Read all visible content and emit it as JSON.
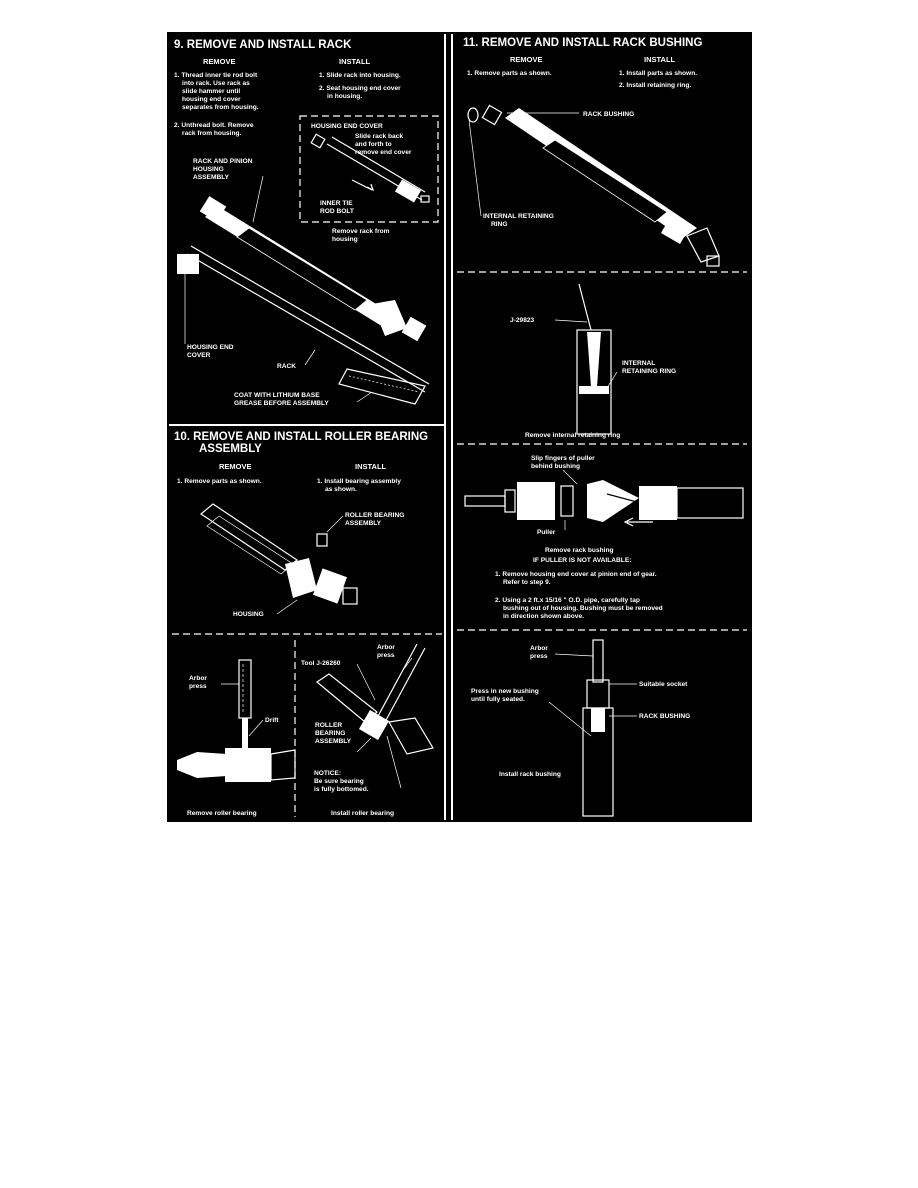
{
  "colors": {
    "background": "#000000",
    "ink": "#ffffff",
    "page": "#ffffff"
  },
  "s9": {
    "title": "9. REMOVE AND INSTALL RACK",
    "remove_head": "REMOVE",
    "install_head": "INSTALL",
    "remove_1": [
      "1. Thread inner tie rod bolt",
      "into rack. Use rack as",
      "slide hammer until",
      "housing end cover",
      "separates from housing."
    ],
    "remove_2": [
      "2. Unthread bolt. Remove",
      "rack from housing."
    ],
    "install_1": "1. Slide rack into housing.",
    "install_2": [
      "2. Seat housing end cover",
      "in housing."
    ],
    "inset_housing_end_cover": "HOUSING END COVER",
    "inset_slide": [
      "Slide rack back",
      "and forth to",
      "remove end cover"
    ],
    "inset_inner_tie": [
      "INNER TIE",
      "ROD BOLT"
    ],
    "inset_caption": [
      "Remove rack from",
      "housing"
    ],
    "label_housing_assembly": [
      "RACK AND PINION",
      "HOUSING",
      "ASSEMBLY"
    ],
    "label_end_cover": [
      "HOUSING END",
      "COVER"
    ],
    "label_rack": "RACK",
    "label_grease": [
      "COAT WITH LITHIUM BASE",
      "GREASE BEFORE ASSEMBLY"
    ]
  },
  "s10": {
    "title": [
      "10. REMOVE AND INSTALL ROLLER BEARING",
      "ASSEMBLY"
    ],
    "remove_head": "REMOVE",
    "install_head": "INSTALL",
    "remove_1": "1. Remove parts as shown.",
    "install_1": [
      "1. Install bearing assembly",
      "as shown."
    ],
    "label_roller": [
      "ROLLER BEARING",
      "ASSEMBLY"
    ],
    "label_housing": "HOUSING",
    "arbor_press": [
      "Arbor",
      "press"
    ],
    "drift": "Drift",
    "caption_remove": "Remove roller bearing",
    "tool": "Tool J-26260",
    "arbor_press_2": [
      "Arbor",
      "press"
    ],
    "label_roller_2": [
      "ROLLER",
      "BEARING",
      "ASSEMBLY"
    ],
    "notice_head": "NOTICE:",
    "notice_text": [
      "Be sure bearing",
      "is fully bottomed."
    ],
    "caption_install": "Install roller bearing"
  },
  "s11": {
    "title": "11. REMOVE AND INSTALL RACK BUSHING",
    "remove_head": "REMOVE",
    "install_head": "INSTALL",
    "remove_1": "1. Remove parts as shown.",
    "install_1": "1. Install parts as shown.",
    "install_2": "2. Install retaining ring.",
    "label_rack_bushing": "RACK BUSHING",
    "label_internal_ring": [
      "INTERNAL RETAINING",
      "RING"
    ],
    "tool_j": "J-29823",
    "label_internal_ring_2": [
      "INTERNAL",
      "RETAINING RING"
    ],
    "caption_ring": "Remove internal retaining ring",
    "slip_fingers": [
      "Slip fingers of puller",
      "behind bushing"
    ],
    "puller": "Puller",
    "caption_remove_bushing": "Remove rack bushing",
    "if_puller": "IF PULLER IS NOT AVAILABLE:",
    "alt_1": [
      "1. Remove housing end cover at pinion end of gear.",
      "Refer to step 9."
    ],
    "alt_2": [
      "2. Using a 2 ft.x 15/16 \" O.D. pipe, carefully tap",
      "bushing out of housing.  Bushing must be removed",
      "in direction shown above."
    ],
    "arbor_press": [
      "Arbor",
      "press"
    ],
    "suitable_socket": "Suitable socket",
    "press_in": [
      "Press in new bushing",
      "until fully seated."
    ],
    "label_rack_bushing_2": "RACK BUSHING",
    "caption_install": "Install rack bushing"
  }
}
